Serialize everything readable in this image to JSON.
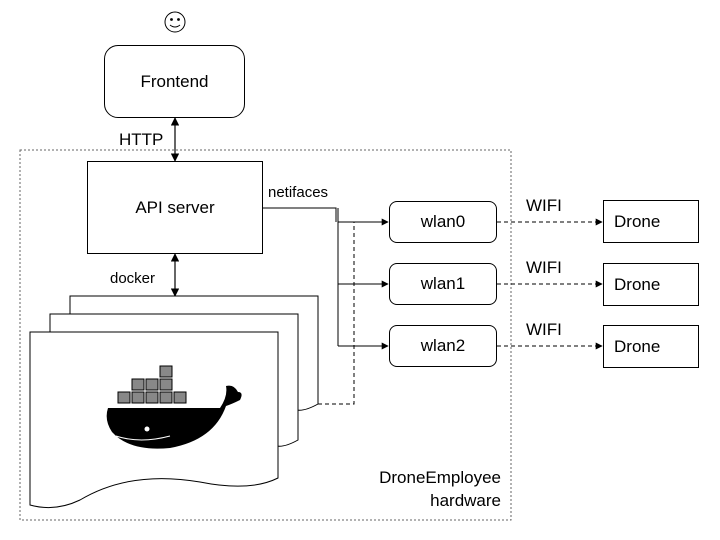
{
  "frontend": {
    "label": "Frontend",
    "user_icon": "smiley-face-icon"
  },
  "api_server": {
    "label": "API server"
  },
  "links": {
    "http": "HTTP",
    "docker": "docker",
    "netifaces": "netifaces"
  },
  "interfaces": [
    {
      "label": "wlan0",
      "link": "WIFI",
      "target": "Drone"
    },
    {
      "label": "wlan1",
      "link": "WIFI",
      "target": "Drone"
    },
    {
      "label": "wlan2",
      "link": "WIFI",
      "target": "Drone"
    }
  ],
  "hardware": {
    "line1": "DroneEmployee",
    "line2": "hardware"
  },
  "docker_logo": {
    "icon": "docker-whale-icon"
  }
}
